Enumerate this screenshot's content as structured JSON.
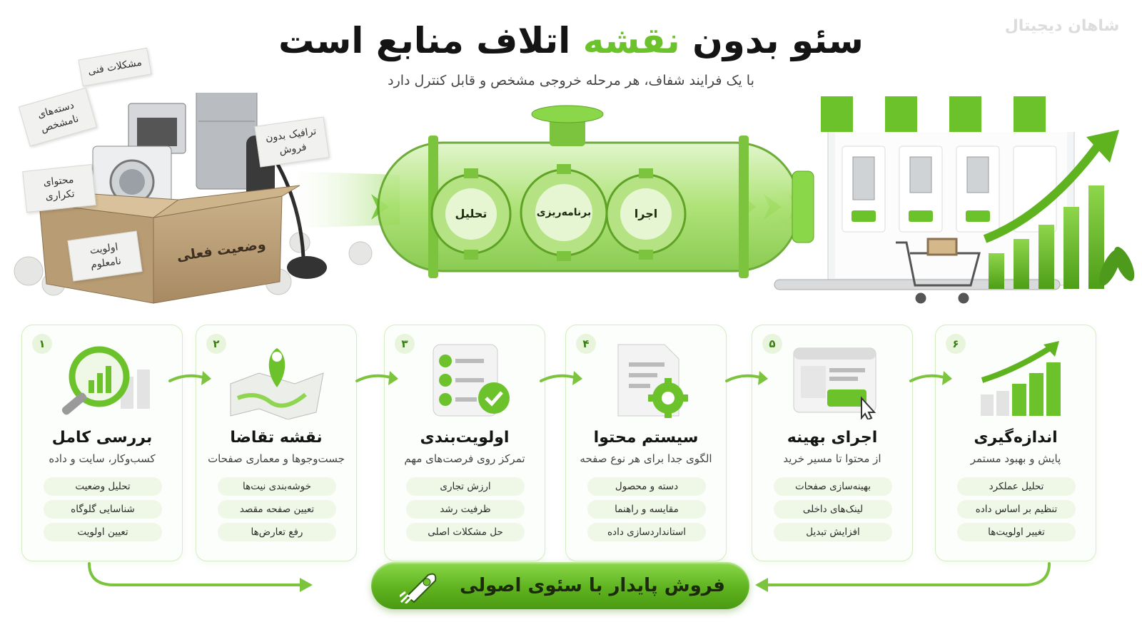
{
  "brand": "شاهان دیجیتال",
  "header": {
    "title_part1": "سئو بدون",
    "title_accent": "نقشه",
    "title_part2": "اتلاف منابع است",
    "subtitle": "با یک فرایند شفاف، هر مرحله خروجی مشخص و قابل کنترل دارد"
  },
  "hero": {
    "box_label": "وضعیت فعلی",
    "notes": [
      "مشکلات فنی",
      "دسته‌های نامشخص",
      "ترافیک بدون فروش",
      "محتوای تکراری",
      "اولویت نامعلوم"
    ],
    "gears": [
      "تحلیل",
      "برنامه‌ریزی",
      "اجرا"
    ]
  },
  "steps": [
    {
      "num": "۱",
      "title": "بررسی کامل",
      "subtitle": "کسب‌وکار، سایت و داده",
      "items": [
        "تحلیل وضعیت",
        "شناسایی گلوگاه",
        "تعیین اولویت"
      ],
      "icon": "magnifier-chart-icon"
    },
    {
      "num": "۲",
      "title": "نقشه تقاضا",
      "subtitle": "جست‌وجوها و معماری صفحات",
      "items": [
        "خوشه‌بندی نیت‌ها",
        "تعیین صفحه مقصد",
        "رفع تعارض‌ها"
      ],
      "icon": "map-pin-icon"
    },
    {
      "num": "۳",
      "title": "اولویت‌بندی",
      "subtitle": "تمرکز روی فرصت‌های مهم",
      "items": [
        "ارزش تجاری",
        "ظرفیت رشد",
        "حل مشکلات اصلی"
      ],
      "icon": "checklist-icon"
    },
    {
      "num": "۴",
      "title": "سیستم محتوا",
      "subtitle": "الگوی جدا برای هر نوع صفحه",
      "items": [
        "دسته و محصول",
        "مقایسه و راهنما",
        "استانداردسازی داده"
      ],
      "icon": "document-gear-icon"
    },
    {
      "num": "۵",
      "title": "اجرای بهینه",
      "subtitle": "از محتوا تا مسیر خرید",
      "items": [
        "بهینه‌سازی صفحات",
        "لینک‌های داخلی",
        "افزایش تبدیل"
      ],
      "icon": "browser-cart-icon"
    },
    {
      "num": "۶",
      "title": "اندازه‌گیری",
      "subtitle": "پایش و بهبود مستمر",
      "items": [
        "تحلیل عملکرد",
        "تنظیم بر اساس داده",
        "تغییر اولویت‌ها"
      ],
      "icon": "growth-chart-icon"
    }
  ],
  "cta": {
    "label": "فروش پایدار با سئوی اصولی",
    "icon": "rocket-icon"
  },
  "colors": {
    "accent": "#6bc22a",
    "accent_dark": "#4a9a12",
    "pill_bg": "#eff7e7",
    "card_border": "#d6ecc4"
  }
}
